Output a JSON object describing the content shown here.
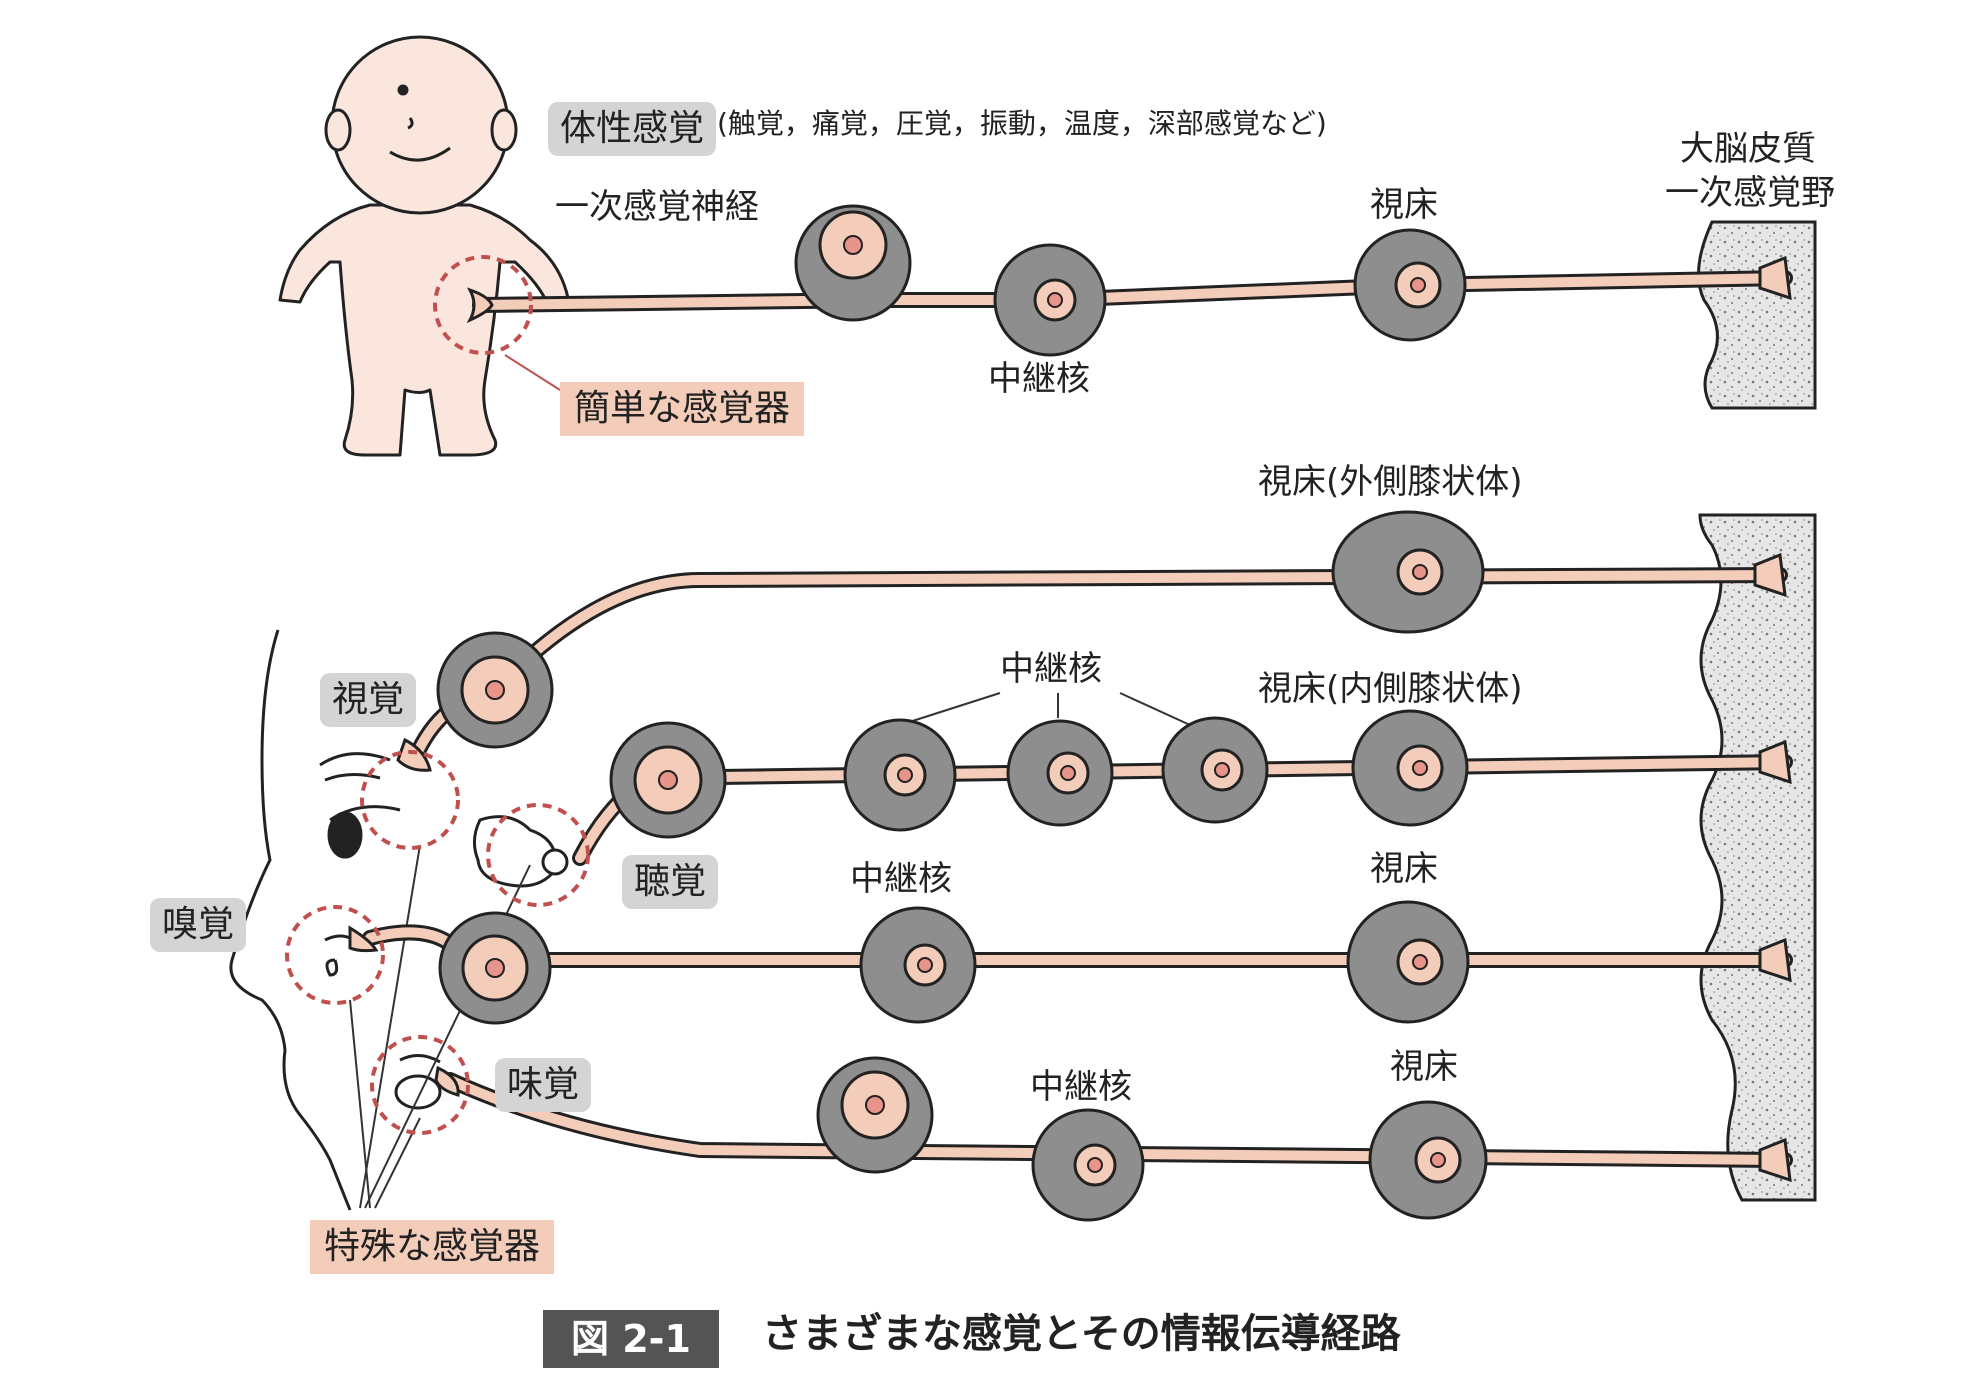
{
  "somatic": {
    "title": "体性感覚",
    "subtitle": "(触覚，痛覚，圧覚，振動，温度，深部感覚など)",
    "primary_nerve": "一次感覚神経",
    "thalamus": "視床",
    "relay": "中継核",
    "cortex_line1": "大脳皮質",
    "cortex_line2": "一次感覚野",
    "simple_receptor": "簡単な感覚器"
  },
  "vision": {
    "label": "視覚",
    "thalamus": "視床(外側膝状体)"
  },
  "hearing": {
    "label": "聴覚",
    "relay": "中継核",
    "thalamus": "視床(内側膝状体)"
  },
  "smell": {
    "label": "嗅覚",
    "relay": "中継核",
    "thalamus": "視床"
  },
  "taste": {
    "label": "味覚",
    "relay": "中継核",
    "thalamus": "視床"
  },
  "special_receptor": "特殊な感覚器",
  "figure": {
    "number": "図 2-1",
    "caption": "さまざまな感覚とその情報伝導経路"
  },
  "colors": {
    "nerve": "#f3cdb9",
    "nucleus_gray": "#8e8e8e",
    "badge_gray": "#d4d4d4",
    "receptor_circle": "#c0504d",
    "figure_box": "#545454"
  }
}
